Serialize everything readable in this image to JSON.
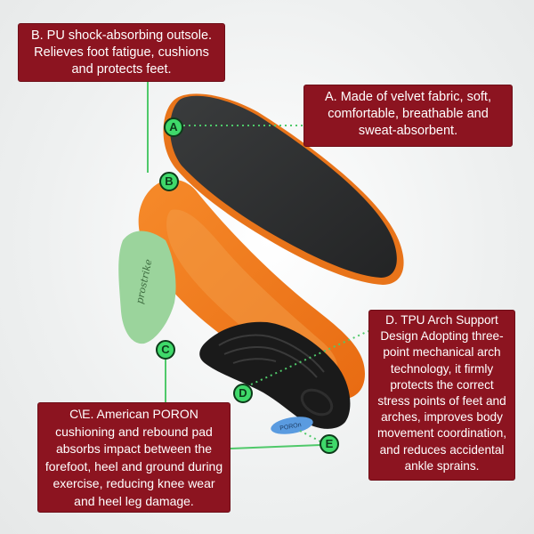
{
  "callouts": {
    "b": {
      "text": "B. PU shock-absorbing outsole. Relieves foot fatigue, cushions and protects feet."
    },
    "a": {
      "text": "A. Made of velvet fabric, soft, comfortable, breathable and sweat-absorbent."
    },
    "d": {
      "text": "D. TPU Arch Support Design Adopting three-point mechanical arch technology, it firmly protects the correct stress points of feet and arches, improves body movement coordination, and reduces accidental ankle sprains."
    },
    "c": {
      "text": "C\\E. American PORON cushioning and rebound pad absorbs impact between the forefoot, heel and ground during exercise, reducing knee wear and heel leg damage."
    }
  },
  "markers": {
    "a": "A",
    "b": "B",
    "c": "C",
    "d": "D",
    "e": "E"
  },
  "product": {
    "heel_logo": "prostrike",
    "pad_logo": "POROn"
  },
  "colors": {
    "callout_bg": "#8c1420",
    "marker_fill": "#3fd96a",
    "leader_line": "#4fc96a",
    "insole_top": "#2b2d2e",
    "outsole_orange": "#f07b1c",
    "heel_pad_green": "#9bd49c",
    "arch_support_black": "#1a1a1a",
    "poron_pad_blue": "#5a9be0"
  }
}
